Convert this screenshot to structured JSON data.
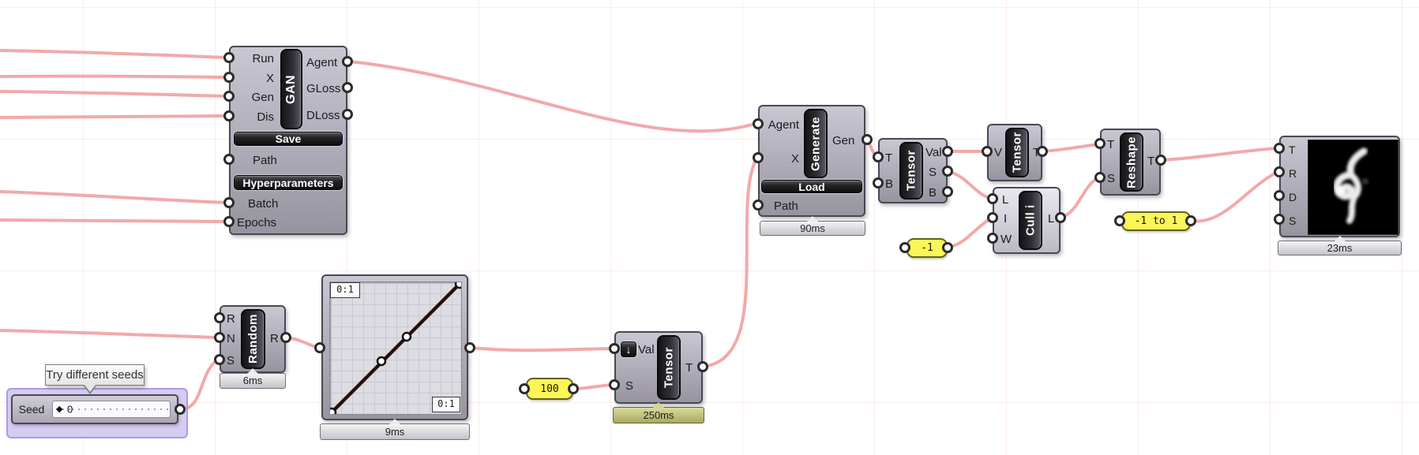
{
  "gan": {
    "title": "GAN",
    "in": [
      "Run",
      "X",
      "Gen",
      "Dis"
    ],
    "save": "Save",
    "path": "Path",
    "hyper": "Hyperparameters",
    "batch": "Batch",
    "epochs": "Epochs",
    "out": [
      "Agent",
      "GLoss",
      "DLoss"
    ]
  },
  "generate": {
    "title": "Generate",
    "in": [
      "Agent",
      "X"
    ],
    "load": "Load",
    "path": "Path",
    "out": "Gen",
    "timer": "90ms"
  },
  "tensorA": {
    "title": "Tensor",
    "in": [
      "T",
      "B"
    ],
    "out": [
      "Val",
      "S",
      "B"
    ]
  },
  "tensorB": {
    "title": "Tensor",
    "in": "V",
    "out": "T"
  },
  "cull": {
    "title": "Cull i",
    "in": [
      "L",
      "I",
      "W"
    ],
    "out": "L"
  },
  "reshape": {
    "title": "Reshape",
    "in": [
      "T",
      "S"
    ],
    "out": "T"
  },
  "viewer": {
    "in": [
      "T",
      "R",
      "D",
      "S"
    ],
    "timer": "23ms"
  },
  "random": {
    "title": "Random",
    "in": [
      "R",
      "N",
      "S"
    ],
    "out": "R",
    "timer": "6ms"
  },
  "graph": {
    "domain_top": "0:1",
    "domain_bottom": "0:1",
    "timer": "9ms"
  },
  "tensorC": {
    "title": "Tensor",
    "in": [
      "Val",
      "S"
    ],
    "out": "T",
    "timer": "250ms",
    "flatten_icon": "↓"
  },
  "panels": {
    "hundred": "100",
    "negone": "-1",
    "range": "-1 to 1"
  },
  "slider": {
    "name": "Seed",
    "value": "0",
    "grip": "◆"
  },
  "tooltip": "Try different seeds",
  "colors": {
    "wire": "#f2a9a9",
    "panel_yellow": "#fbf558",
    "group_purple": "#cfc2ee",
    "capsule_dark": "#2d2d33",
    "timer_olive": "#a9a961"
  }
}
